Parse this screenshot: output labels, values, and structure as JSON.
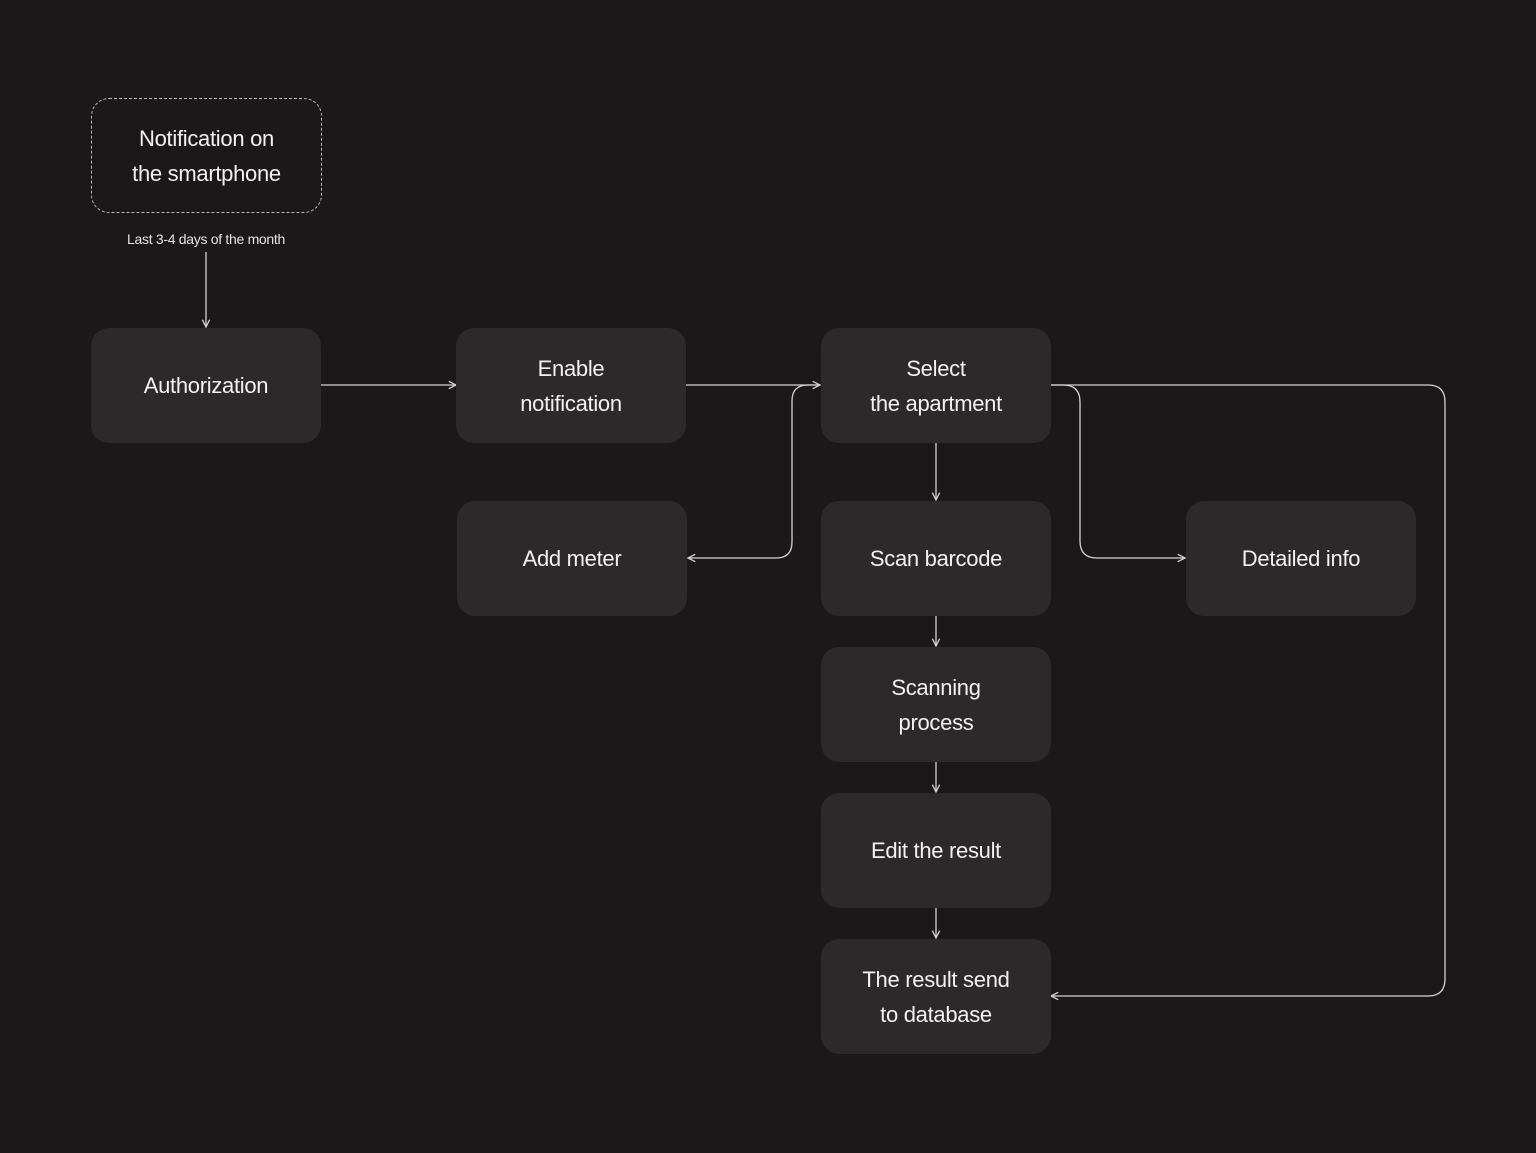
{
  "nodes": {
    "notification": {
      "line1": "Notification on",
      "line2": "the smartphone"
    },
    "authorization": {
      "label": "Authorization"
    },
    "enable_notification": {
      "line1": "Enable",
      "line2": "notification"
    },
    "select_apartment": {
      "line1": "Select",
      "line2": "the apartment"
    },
    "add_meter": {
      "label": "Add meter"
    },
    "scan_barcode": {
      "label": "Scan barcode"
    },
    "detailed_info": {
      "label": "Detailed info"
    },
    "scanning_process": {
      "line1": "Scanning",
      "line2": "process"
    },
    "edit_result": {
      "label": "Edit the result"
    },
    "result_send": {
      "line1": "The result send",
      "line2": "to database"
    }
  },
  "edge_labels": {
    "notification_to_authorization": "Last 3-4 days of the month"
  },
  "colors": {
    "background": "#1b1819",
    "node_fill": "#2c292a",
    "text": "#f2f0f0",
    "line": "#d6d2d2"
  }
}
